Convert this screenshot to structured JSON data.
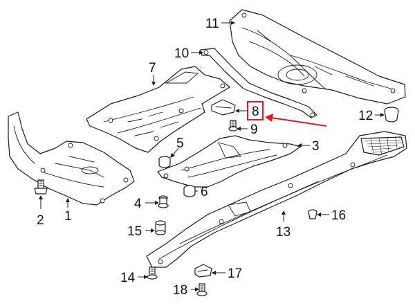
{
  "diagram": {
    "highlight_color": "#e0191b",
    "line_color": "#1a1a1a",
    "highlighted_callout": "8",
    "callouts": [
      {
        "id": "c1",
        "label": "1"
      },
      {
        "id": "c2",
        "label": "2"
      },
      {
        "id": "c3",
        "label": "3"
      },
      {
        "id": "c4",
        "label": "4"
      },
      {
        "id": "c5",
        "label": "5"
      },
      {
        "id": "c6",
        "label": "6"
      },
      {
        "id": "c7",
        "label": "7"
      },
      {
        "id": "c8",
        "label": "8"
      },
      {
        "id": "c9",
        "label": "9"
      },
      {
        "id": "c10",
        "label": "10"
      },
      {
        "id": "c11",
        "label": "11"
      },
      {
        "id": "c12",
        "label": "12"
      },
      {
        "id": "c13",
        "label": "13"
      },
      {
        "id": "c14",
        "label": "14"
      },
      {
        "id": "c15",
        "label": "15"
      },
      {
        "id": "c16",
        "label": "16"
      },
      {
        "id": "c17",
        "label": "17"
      },
      {
        "id": "c18",
        "label": "18"
      }
    ]
  }
}
